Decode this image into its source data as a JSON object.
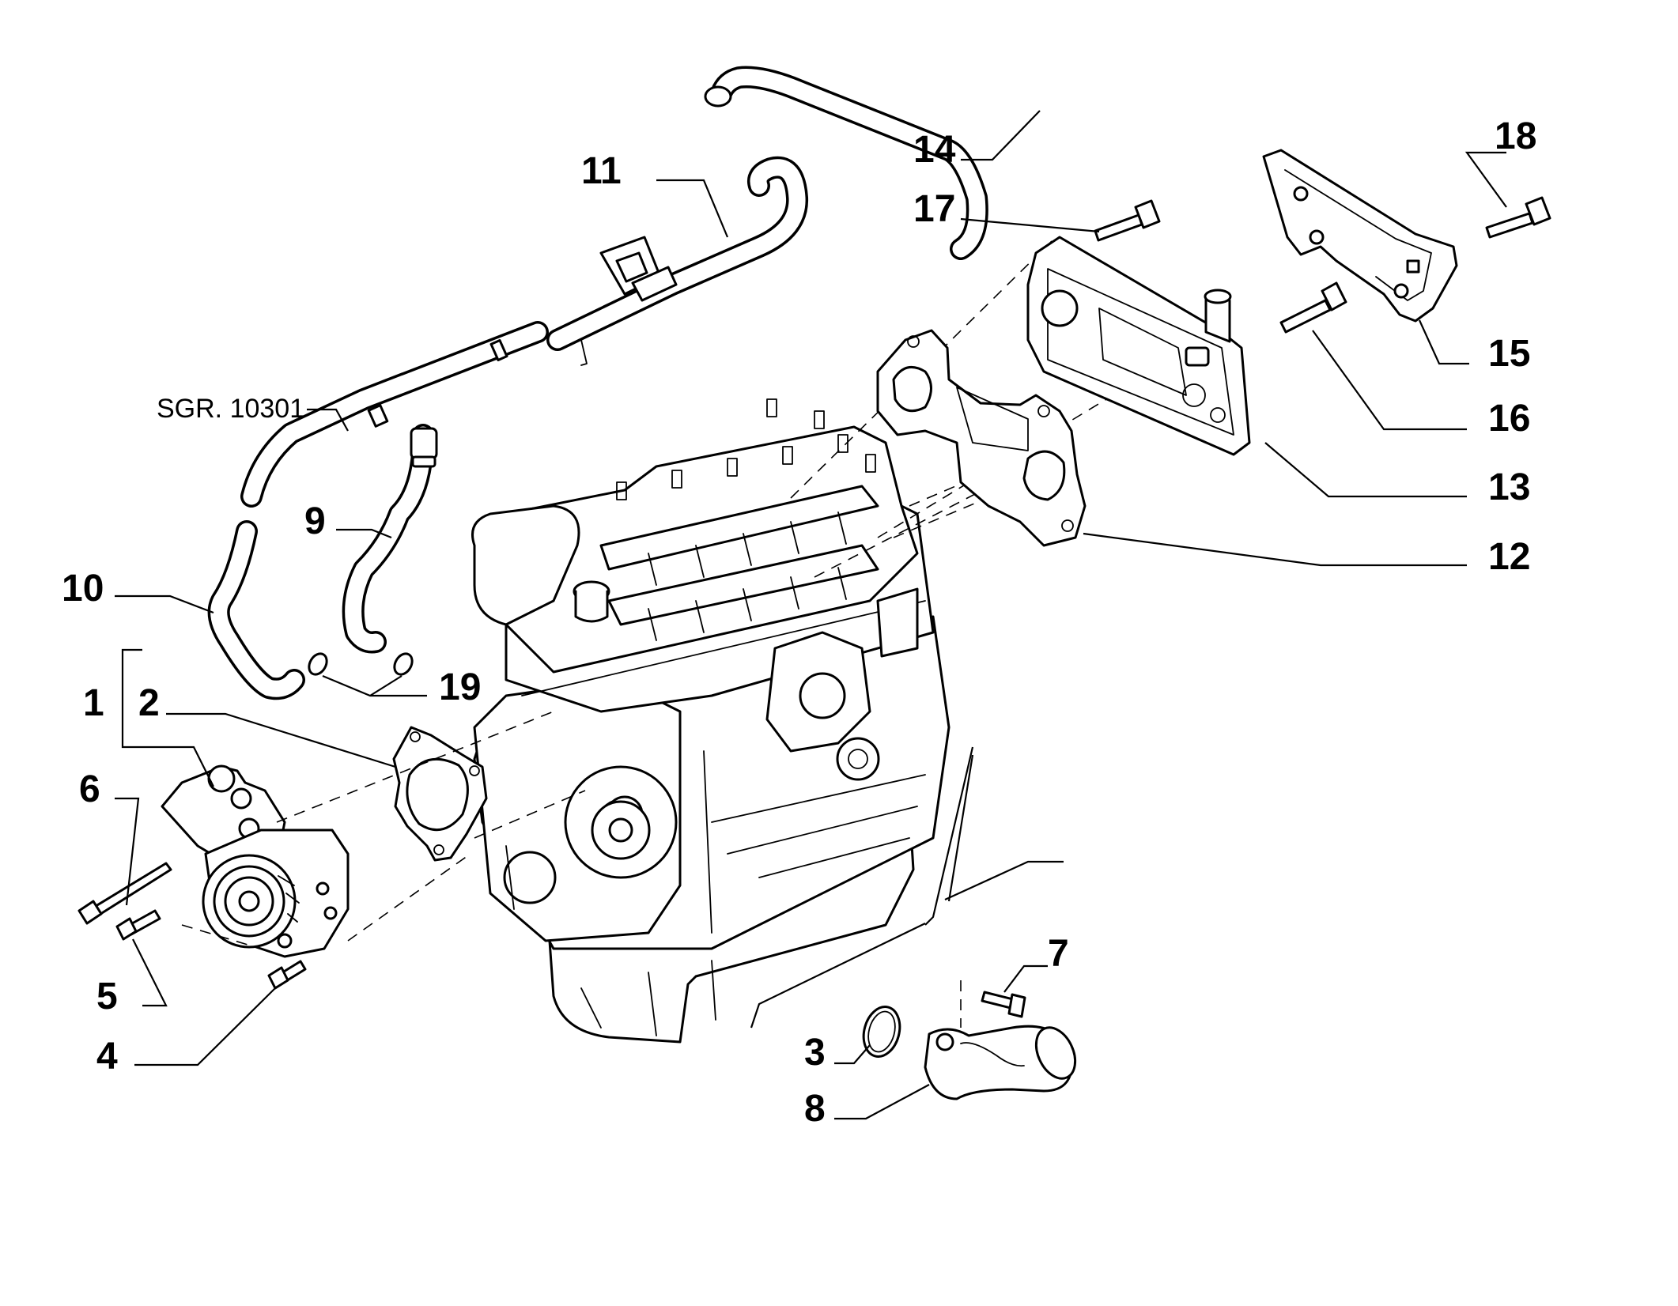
{
  "diagram": {
    "reference_label": "SGR. 10301",
    "callouts": [
      {
        "id": "c1",
        "text": "1"
      },
      {
        "id": "c2",
        "text": "2"
      },
      {
        "id": "c3",
        "text": "3"
      },
      {
        "id": "c4",
        "text": "4"
      },
      {
        "id": "c5",
        "text": "5"
      },
      {
        "id": "c6",
        "text": "6"
      },
      {
        "id": "c7",
        "text": "7"
      },
      {
        "id": "c8",
        "text": "8"
      },
      {
        "id": "c9",
        "text": "9"
      },
      {
        "id": "c10",
        "text": "10"
      },
      {
        "id": "c11",
        "text": "11"
      },
      {
        "id": "c12",
        "text": "12"
      },
      {
        "id": "c13",
        "text": "13"
      },
      {
        "id": "c14",
        "text": "14"
      },
      {
        "id": "c15",
        "text": "15"
      },
      {
        "id": "c16",
        "text": "16"
      },
      {
        "id": "c17",
        "text": "17"
      },
      {
        "id": "c18",
        "text": "18"
      },
      {
        "id": "c19",
        "text": "19"
      }
    ]
  },
  "colors": {
    "ink": "#000000",
    "background": "#ffffff"
  }
}
